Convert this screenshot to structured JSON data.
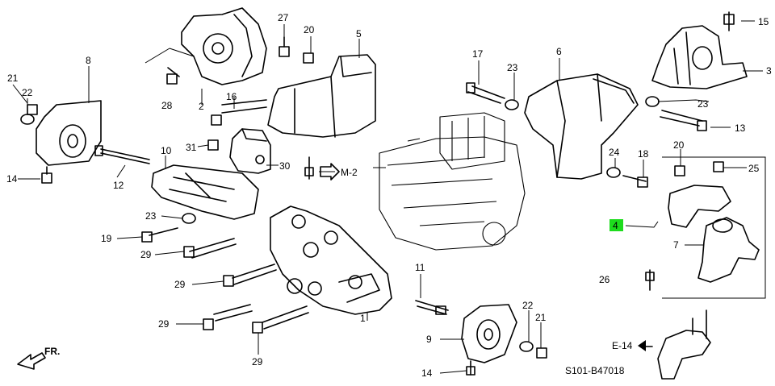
{
  "diagram": {
    "callouts": {
      "c1": "1",
      "c2": "2",
      "c3": "3",
      "c4": "4",
      "c5": "5",
      "c6": "6",
      "c7": "7",
      "c8": "8",
      "c9": "9",
      "c10": "10",
      "c11": "11",
      "c12": "12",
      "c13": "13",
      "c14a": "14",
      "c14b": "14",
      "c15": "15",
      "c16": "16",
      "c17": "17",
      "c18": "18",
      "c19": "19",
      "c20a": "20",
      "c20b": "20",
      "c21a": "21",
      "c21b": "21",
      "c22a": "22",
      "c22b": "22",
      "c23a": "23",
      "c23b": "23",
      "c23c": "23",
      "c24": "24",
      "c25": "25",
      "c26": "26",
      "c27": "27",
      "c28": "28",
      "c29a": "29",
      "c29b": "29",
      "c29c": "29",
      "c29d": "29",
      "c30": "30",
      "c31": "31"
    },
    "refs": {
      "m2": "M-2",
      "e14": "E-14",
      "front": "FR."
    },
    "code": "S101-B47018",
    "highlight_color": "#1ddc1d"
  }
}
